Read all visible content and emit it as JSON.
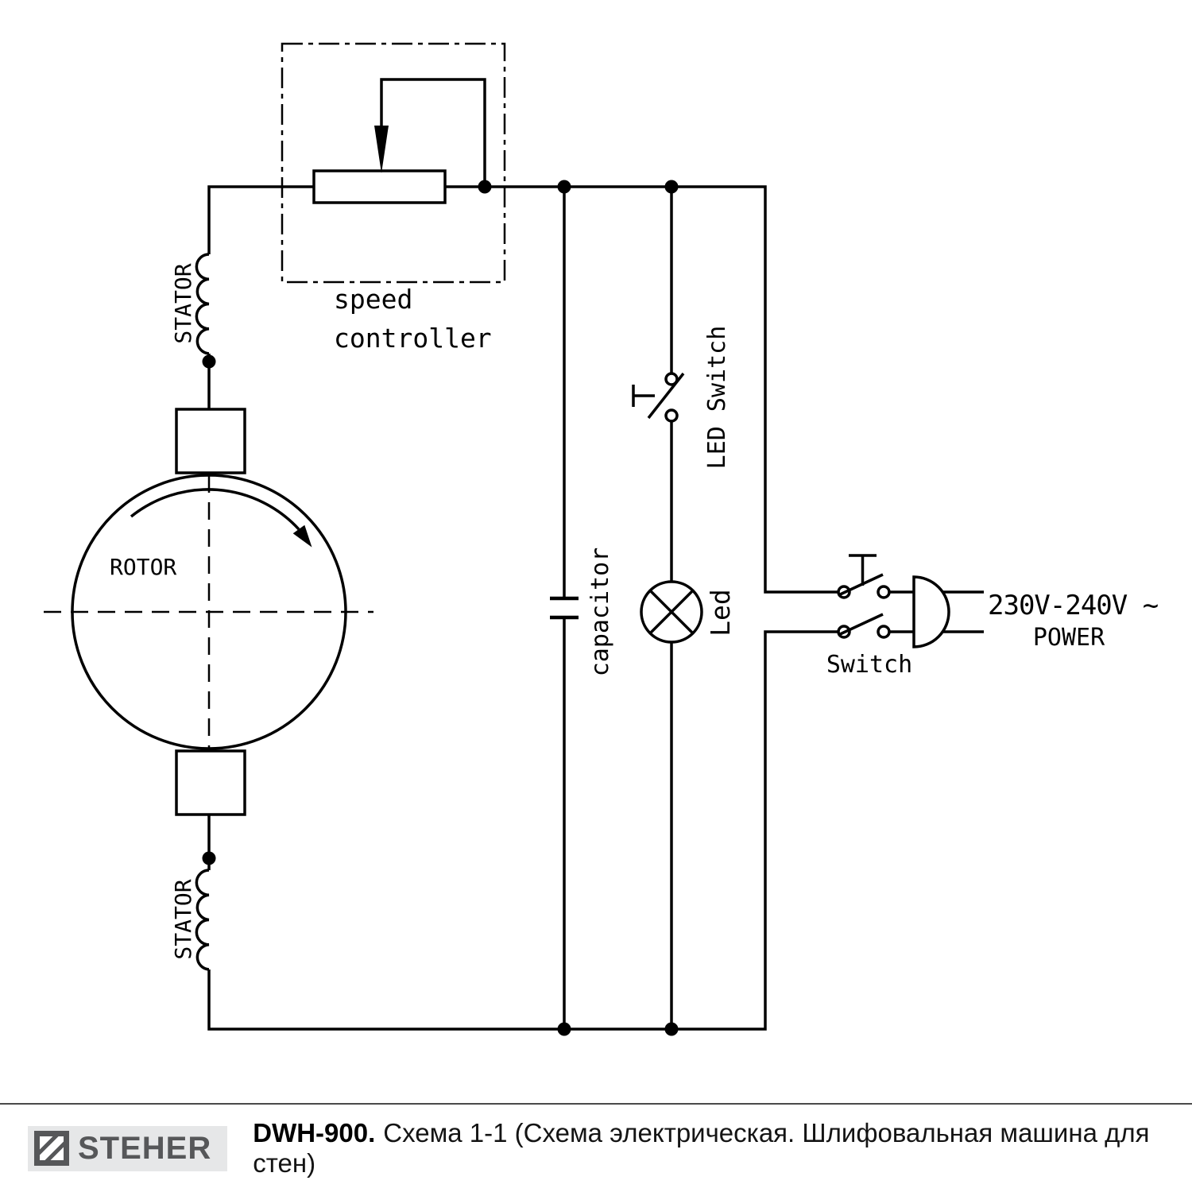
{
  "diagram": {
    "speed_controller": {
      "line1": "speed",
      "line2": "controller"
    },
    "stator_top": "STATOR",
    "stator_bottom": "STATOR",
    "rotor": "ROTOR",
    "capacitor": "capacitor",
    "led_switch": "LED Switch",
    "led": "Led",
    "switch": "Switch",
    "power": {
      "voltage": "230V-240V ~",
      "label": "POWER"
    }
  },
  "footer": {
    "brand": "STEHER",
    "model": "DWH-900.",
    "caption": "Схема 1-1 (Схема электрическая. Шлифовальная машина для стен)"
  },
  "colors": {
    "line": "#000000",
    "background": "#ffffff",
    "footer_logo_bg": "#e6e7e8",
    "brand": "#565759"
  }
}
